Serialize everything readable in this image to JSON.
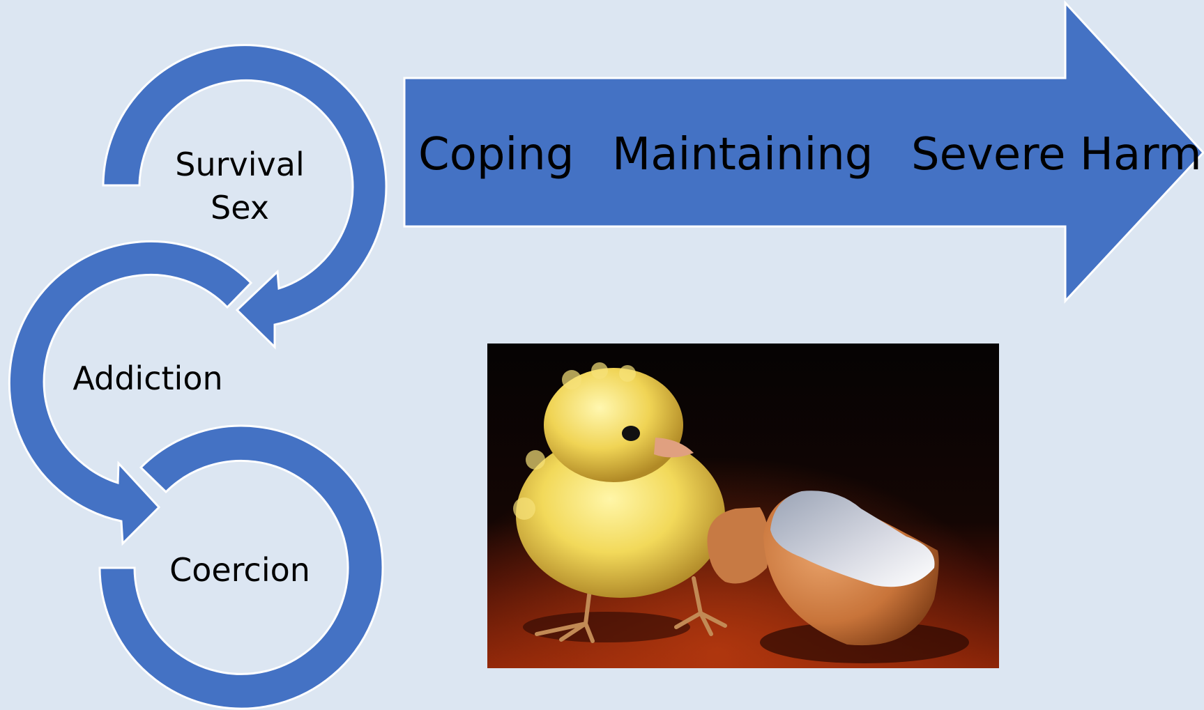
{
  "colors": {
    "background": "#dce6f2",
    "accent": "#4472c4",
    "outline": "#ffffff",
    "text": "#000000"
  },
  "cycle": {
    "items": [
      {
        "line1": "Survival",
        "line2": "Sex"
      },
      {
        "line1": "Addiction"
      },
      {
        "line1": "Coercion"
      }
    ]
  },
  "progression": {
    "stages": [
      "Coping",
      "Maintaining",
      "Severe Harm"
    ]
  },
  "photo": {
    "subject": "baby chick beside a cracked eggshell"
  }
}
